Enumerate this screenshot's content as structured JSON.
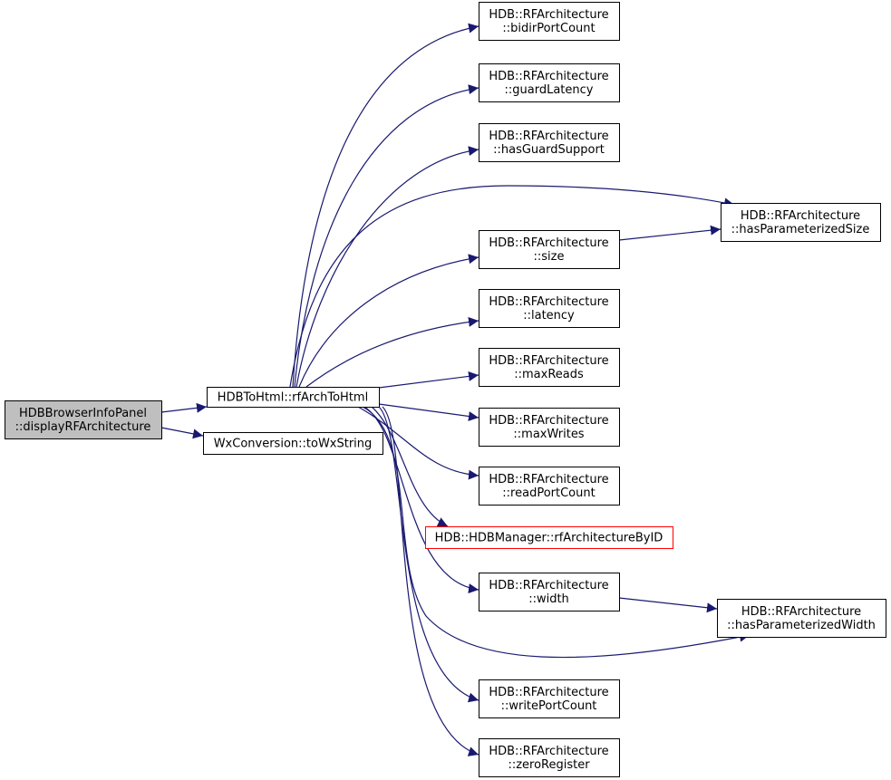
{
  "colors": {
    "edge": "#191970",
    "node_border": "#000000",
    "node_fill": "#ffffff",
    "focus_fill": "#bfbfbf",
    "focus_border": "#000000",
    "external_border": "#ff0000"
  },
  "nodes": [
    {
      "id": "root",
      "lines": [
        "HDBBrowserInfoPanel",
        "::displayRFArchitecture"
      ],
      "style": "focus"
    },
    {
      "id": "rfArchToHtml",
      "lines": [
        "HDBToHtml::rfArchToHtml"
      ],
      "style": "normal"
    },
    {
      "id": "toWxString",
      "lines": [
        "WxConversion::toWxString"
      ],
      "style": "normal"
    },
    {
      "id": "bidirPortCount",
      "lines": [
        "HDB::RFArchitecture",
        "::bidirPortCount"
      ],
      "style": "normal"
    },
    {
      "id": "guardLatency",
      "lines": [
        "HDB::RFArchitecture",
        "::guardLatency"
      ],
      "style": "normal"
    },
    {
      "id": "hasGuardSupport",
      "lines": [
        "HDB::RFArchitecture",
        "::hasGuardSupport"
      ],
      "style": "normal"
    },
    {
      "id": "hasParameterizedSize",
      "lines": [
        "HDB::RFArchitecture",
        "::hasParameterizedSize"
      ],
      "style": "normal"
    },
    {
      "id": "size",
      "lines": [
        "HDB::RFArchitecture",
        "::size"
      ],
      "style": "normal"
    },
    {
      "id": "latency",
      "lines": [
        "HDB::RFArchitecture",
        "::latency"
      ],
      "style": "normal"
    },
    {
      "id": "maxReads",
      "lines": [
        "HDB::RFArchitecture",
        "::maxReads"
      ],
      "style": "normal"
    },
    {
      "id": "maxWrites",
      "lines": [
        "HDB::RFArchitecture",
        "::maxWrites"
      ],
      "style": "normal"
    },
    {
      "id": "readPortCount",
      "lines": [
        "HDB::RFArchitecture",
        "::readPortCount"
      ],
      "style": "normal"
    },
    {
      "id": "rfArchitectureByID",
      "lines": [
        "HDB::HDBManager::rfArchitectureByID"
      ],
      "style": "external"
    },
    {
      "id": "width",
      "lines": [
        "HDB::RFArchitecture",
        "::width"
      ],
      "style": "normal"
    },
    {
      "id": "hasParameterizedWidth",
      "lines": [
        "HDB::RFArchitecture",
        "::hasParameterizedWidth"
      ],
      "style": "normal"
    },
    {
      "id": "writePortCount",
      "lines": [
        "HDB::RFArchitecture",
        "::writePortCount"
      ],
      "style": "normal"
    },
    {
      "id": "zeroRegister",
      "lines": [
        "HDB::RFArchitecture",
        "::zeroRegister"
      ],
      "style": "normal"
    }
  ],
  "edges": [
    {
      "from": "root",
      "to": "rfArchToHtml"
    },
    {
      "from": "root",
      "to": "toWxString"
    },
    {
      "from": "rfArchToHtml",
      "to": "bidirPortCount"
    },
    {
      "from": "rfArchToHtml",
      "to": "guardLatency"
    },
    {
      "from": "rfArchToHtml",
      "to": "hasGuardSupport"
    },
    {
      "from": "rfArchToHtml",
      "to": "hasParameterizedSize"
    },
    {
      "from": "rfArchToHtml",
      "to": "size"
    },
    {
      "from": "rfArchToHtml",
      "to": "latency"
    },
    {
      "from": "rfArchToHtml",
      "to": "maxReads"
    },
    {
      "from": "rfArchToHtml",
      "to": "maxWrites"
    },
    {
      "from": "rfArchToHtml",
      "to": "readPortCount"
    },
    {
      "from": "rfArchToHtml",
      "to": "rfArchitectureByID"
    },
    {
      "from": "rfArchToHtml",
      "to": "width"
    },
    {
      "from": "rfArchToHtml",
      "to": "hasParameterizedWidth"
    },
    {
      "from": "rfArchToHtml",
      "to": "writePortCount"
    },
    {
      "from": "rfArchToHtml",
      "to": "zeroRegister"
    },
    {
      "from": "size",
      "to": "hasParameterizedSize"
    },
    {
      "from": "width",
      "to": "hasParameterizedWidth"
    }
  ]
}
